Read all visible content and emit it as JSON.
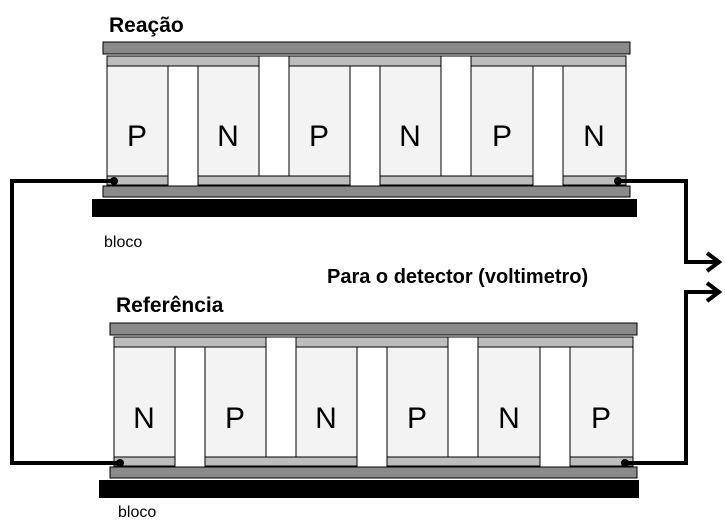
{
  "top_module": {
    "title": "Reação",
    "block_label": "bloco",
    "semiconductors": [
      "P",
      "N",
      "P",
      "N",
      "P",
      "N"
    ]
  },
  "bottom_module": {
    "title": "Referência",
    "block_label": "bloco",
    "semiconductors": [
      "N",
      "P",
      "N",
      "P",
      "N",
      "P"
    ]
  },
  "detector_label": "Para o detector (voltimetro)",
  "colors": {
    "plate": "#8a8a8a",
    "strip": "#bdbdbd",
    "element_fill": "#f3f3f3",
    "block": "#000000",
    "wire": "#000000"
  }
}
